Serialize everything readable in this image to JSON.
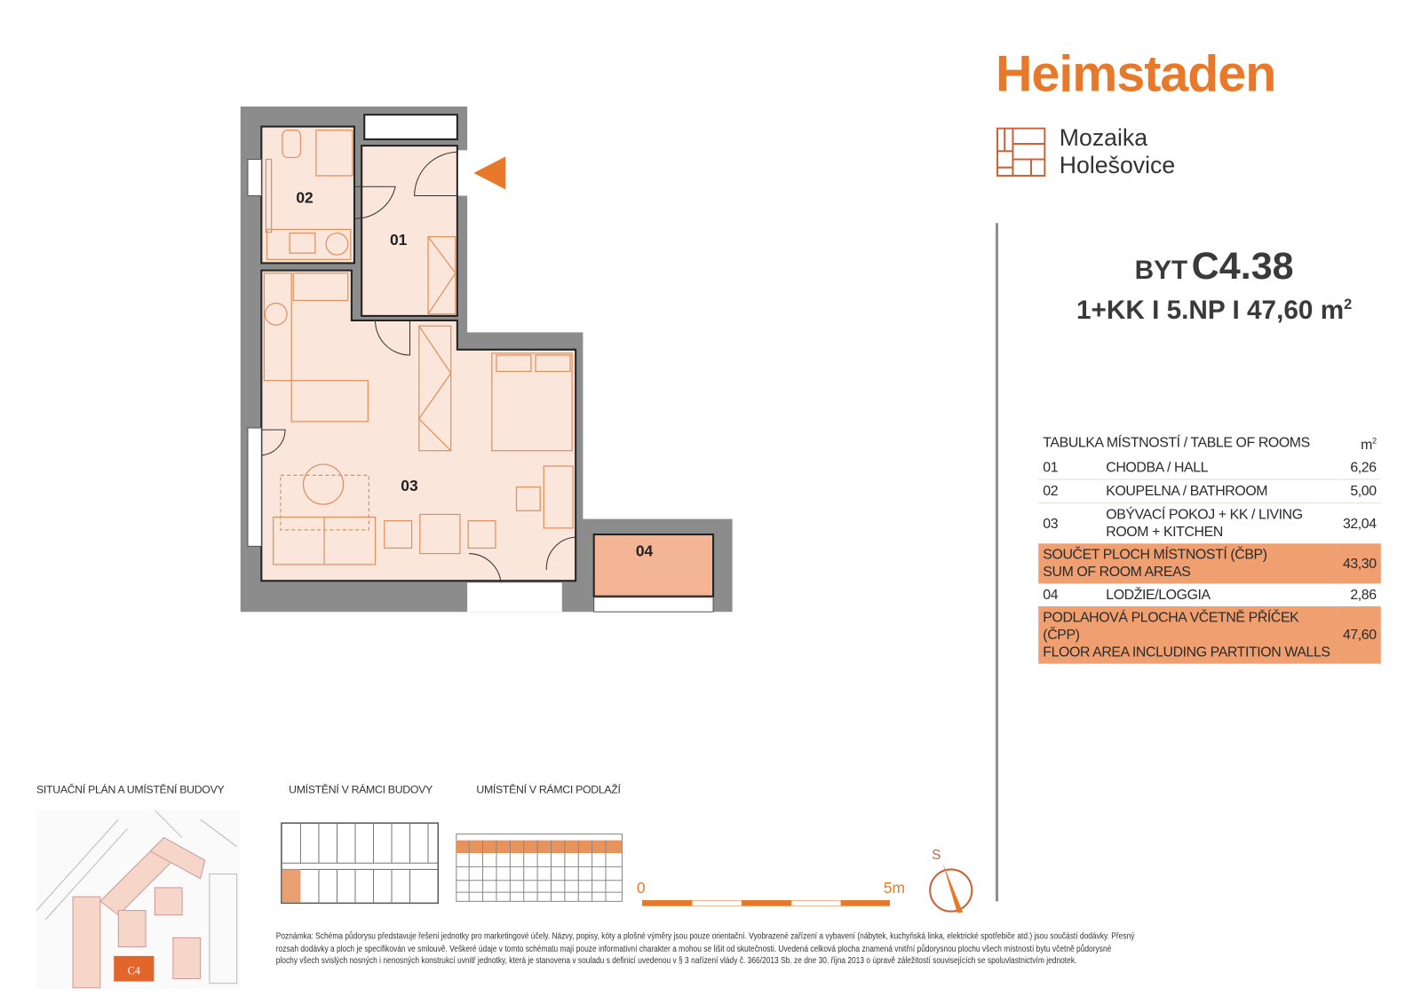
{
  "brand": {
    "name": "Heimstaden",
    "color": "#e8792b"
  },
  "project": {
    "line1": "Mozaika",
    "line2": "Holešovice",
    "logo_icon": "mosaic-grid-icon"
  },
  "unit": {
    "prefix": "BYT",
    "code": "C4.38",
    "layout": "1+KK I 5.NP I 47,60 m",
    "sup": "2"
  },
  "floorplan": {
    "rooms": [
      {
        "id": "01"
      },
      {
        "id": "02"
      },
      {
        "id": "03"
      },
      {
        "id": "04"
      }
    ],
    "entrance_icon": "entrance-arrow-icon",
    "colors": {
      "wall": "#8c8c8c",
      "room": "#fbe6dc",
      "loggia": "#f4b595",
      "furniture": "#e0905c"
    }
  },
  "table": {
    "title": "TABULKA MÍSTNOSTÍ / TABLE OF ROOMS",
    "unit": "m",
    "unit_sup": "2",
    "rows": [
      {
        "no": "01",
        "name": "CHODBA / HALL",
        "area": "6,26"
      },
      {
        "no": "02",
        "name": "KOUPELNA / BATHROOM",
        "area": "5,00"
      },
      {
        "no": "03",
        "name": "OBÝVACÍ POKOJ + KK / LIVING ROOM + KITCHEN",
        "area": "32,04"
      }
    ],
    "sum": {
      "line1": "SOUČET PLOCH MÍSTNOSTÍ (ČBP)",
      "line2": "SUM OF ROOM AREAS",
      "area": "43,30"
    },
    "loggia": {
      "no": "04",
      "name": "LODŽIE/LOGGIA",
      "area": "2,86"
    },
    "total": {
      "line1": "PODLAHOVÁ PLOCHA VČETNĚ PŘÍČEK (ČPP)",
      "line2": "FLOOR AREA INCLUDING PARTITION WALLS",
      "area": "47,60"
    }
  },
  "thumbnails": {
    "site": "SITUAČNÍ PLÁN A UMÍSTĚNÍ BUDOVY",
    "site_tag": "C4",
    "building": "UMÍSTĚNÍ V RÁMCI BUDOVY",
    "floor": "UMÍSTĚNÍ V RÁMCI PODLAŽÍ"
  },
  "scale": {
    "start": "0",
    "end": "5m"
  },
  "compass": {
    "label": "S",
    "icon": "compass-icon"
  },
  "note": "Poznámka: Schéma půdorysu představuje řešení jednotky pro marketingové účely. Názvy, popisy, kóty a plošné výměry jsou pouze orientační. Vyobrazené zařízení a vybavení (nábytek, kuchyňská linka, elektrické spotřebiče atd.) jsou součástí dodávky. Přesný rozsah dodávky a ploch je specifikován ve smlouvě. Veškeré údaje v tomto schématu mají pouze informativní charakter a mohou se lišit od skutečnosti. Uvedená celková plocha znamená vnitřní půdorysnou plochu všech místností bytu včetně půdorysné plochy všech svislých nosných i nenosných konstrukcí uvnitř jednotky, která je stanovena v souladu s definicí uvedenou v § 3 nařízení vlády č. 366/2013 Sb. ze dne 30. října 2013 o úpravě záležitostí souvisejících se spoluvlastnictvím jednotek."
}
